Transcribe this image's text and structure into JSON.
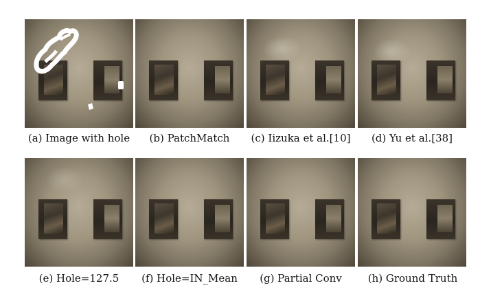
{
  "figures": [
    {
      "id": "a",
      "caption": "(a) Image with hole",
      "has_hole_mask": true,
      "smudge": false
    },
    {
      "id": "b",
      "caption": "(b) PatchMatch",
      "has_hole_mask": false,
      "smudge": false
    },
    {
      "id": "c",
      "caption": "(c) Iizuka et al.[10]",
      "has_hole_mask": false,
      "smudge": true
    },
    {
      "id": "d",
      "caption": "(d) Yu et al.[38]",
      "has_hole_mask": false,
      "smudge": true
    },
    {
      "id": "e",
      "caption": "(e) Hole=127.5",
      "has_hole_mask": false,
      "smudge": true
    },
    {
      "id": "f",
      "caption": "(f) Hole=IN_Mean",
      "has_hole_mask": false,
      "smudge": false
    },
    {
      "id": "g",
      "caption": "(g) Partial Conv",
      "has_hole_mask": false,
      "smudge": false
    },
    {
      "id": "h",
      "caption": "(h) Ground Truth",
      "has_hole_mask": false,
      "smudge": false
    }
  ],
  "colors": {
    "wall_light": "#b6ab96",
    "wall_dark": "#4e4638",
    "frame": "#2a251e",
    "hole_mask": "#ffffff",
    "caption_text": "#111111"
  }
}
